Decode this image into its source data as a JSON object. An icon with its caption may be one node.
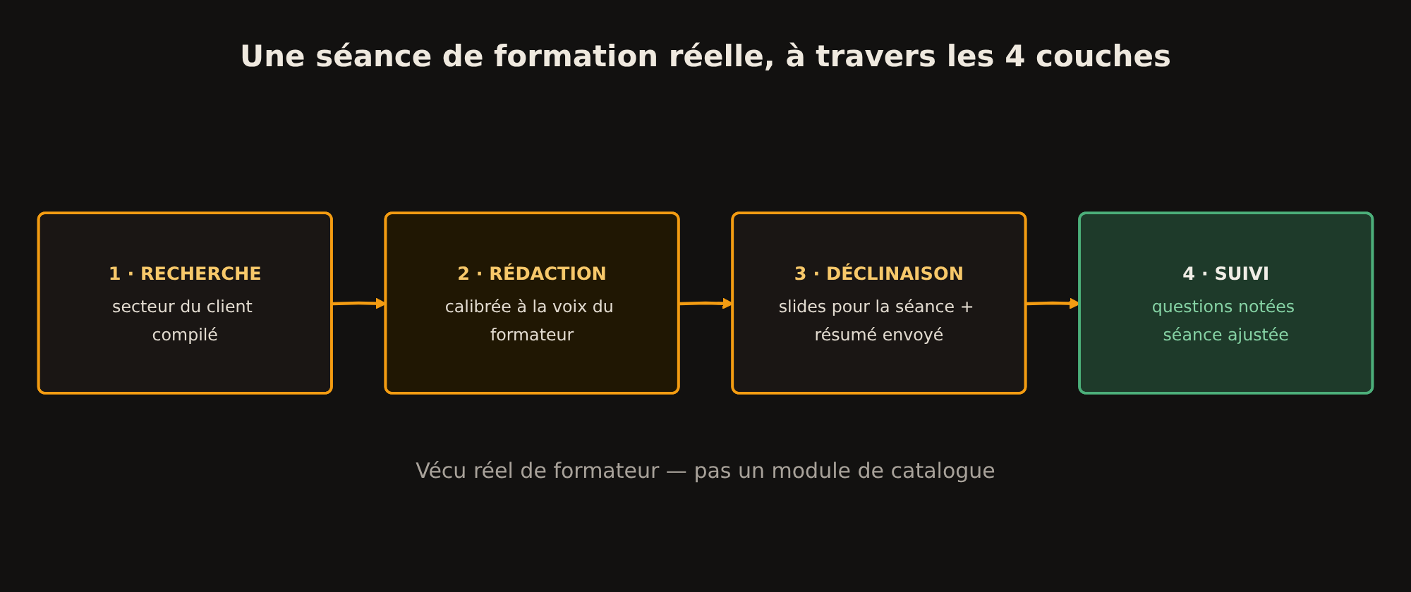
{
  "diagram": {
    "title": "Une séance de formation réelle, à travers les 4 couches",
    "caption": "Vécu réel de formateur — pas un module de catalogue",
    "nodes": [
      {
        "text": [
          "1 · RECHERCHE",
          "secteur du client compilé"
        ]
      },
      {
        "text": [
          "2 · RÉDACTION",
          "calibrée à la voix du formateur"
        ]
      },
      {
        "text": [
          "3 · DÉCLINAISON",
          "slides pour la séance + résumé envoyé"
        ]
      },
      {
        "text": [
          "4 · SUIVI",
          "questions notées séance ajustée"
        ]
      }
    ],
    "edges": [
      {
        "from": 0,
        "to": 1,
        "arrow": "to"
      },
      {
        "from": 1,
        "to": 2,
        "arrow": "to"
      },
      {
        "from": 2,
        "to": 3,
        "arrow": "to"
      }
    ]
  }
}
